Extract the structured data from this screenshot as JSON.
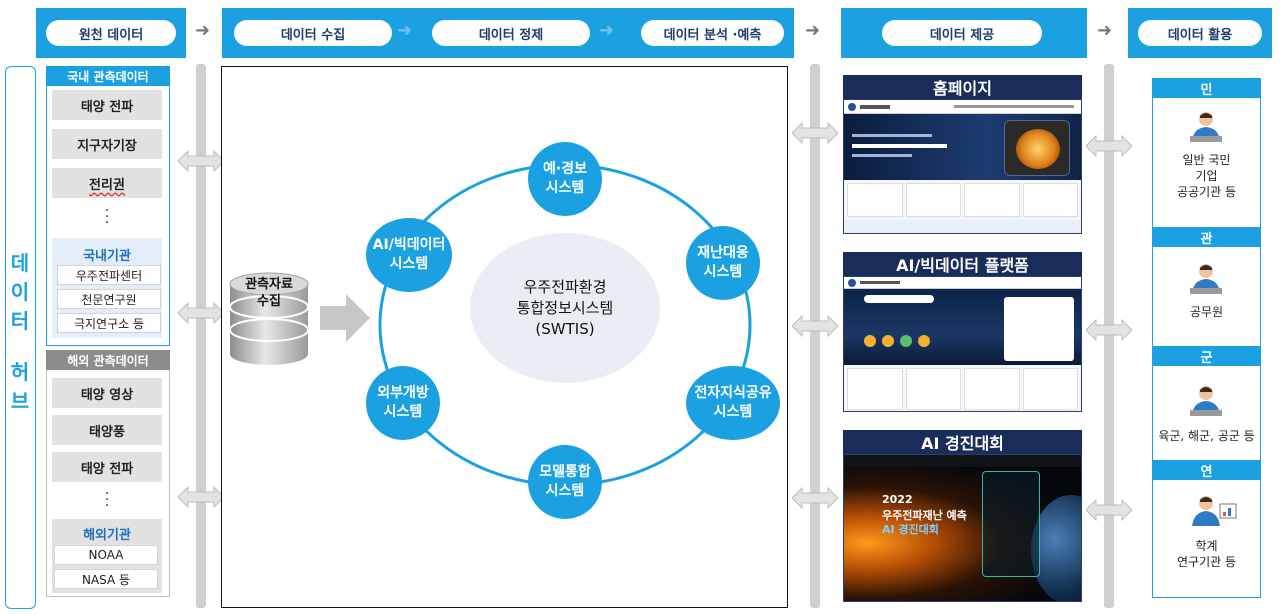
{
  "header": {
    "source": "원천 데이터",
    "collect": "데이터 수집",
    "refine": "데이터 정제",
    "analyze": "데이터 분석 ·예측",
    "provide": "데이터 제공",
    "utilize": "데이터 활용"
  },
  "hub": {
    "chars": [
      "데",
      "이",
      "터",
      "허",
      "브"
    ]
  },
  "domestic": {
    "title": "국내 관측데이터",
    "items": [
      "태양 전파",
      "지구자기장",
      "전리권"
    ],
    "org_title": "국내기관",
    "orgs": [
      "우주전파센터",
      "천문연구원",
      "극지연구소 등"
    ]
  },
  "overseas": {
    "title": "해외 관측데이터",
    "items": [
      "태양 영상",
      "태양풍",
      "태양 전파"
    ],
    "org_title": "해외기관",
    "orgs": [
      "NOAA",
      "NASA 등"
    ]
  },
  "collection": {
    "line1": "관측자료",
    "line2": "수집"
  },
  "center": {
    "line1": "우주전파환경",
    "line2": "통합정보시스템",
    "line3": "(SWTIS)"
  },
  "systems": [
    {
      "l1": "예·경보",
      "l2": "시스템"
    },
    {
      "l1": "재난대응",
      "l2": "시스템"
    },
    {
      "l1": "전자지식공유",
      "l2": "시스템"
    },
    {
      "l1": "모델통합",
      "l2": "시스템"
    },
    {
      "l1": "외부개방",
      "l2": "시스템"
    },
    {
      "l1": "AI/빅데이터",
      "l2": "시스템"
    }
  ],
  "provide": {
    "homepage": "홈페이지",
    "platform": "AI/빅데이터 플랫폼",
    "contest": "AI 경진대회",
    "contest_year": "2022",
    "contest_l1": "우주전파재난 예측",
    "contest_l2": "AI 경진대회"
  },
  "users": [
    {
      "head": "민",
      "lines": [
        "일반 국민",
        "기업",
        "공공기관 등"
      ]
    },
    {
      "head": "관",
      "lines": [
        "공무원"
      ]
    },
    {
      "head": "군",
      "lines": [
        "육군, 해군, 공군 등"
      ]
    },
    {
      "head": "연",
      "lines": [
        "학계",
        "연구기관 등"
      ]
    }
  ],
  "colors": {
    "accent": "#1ba1e2",
    "navy": "#1a2c5a",
    "rail": "#d0d0d0"
  }
}
